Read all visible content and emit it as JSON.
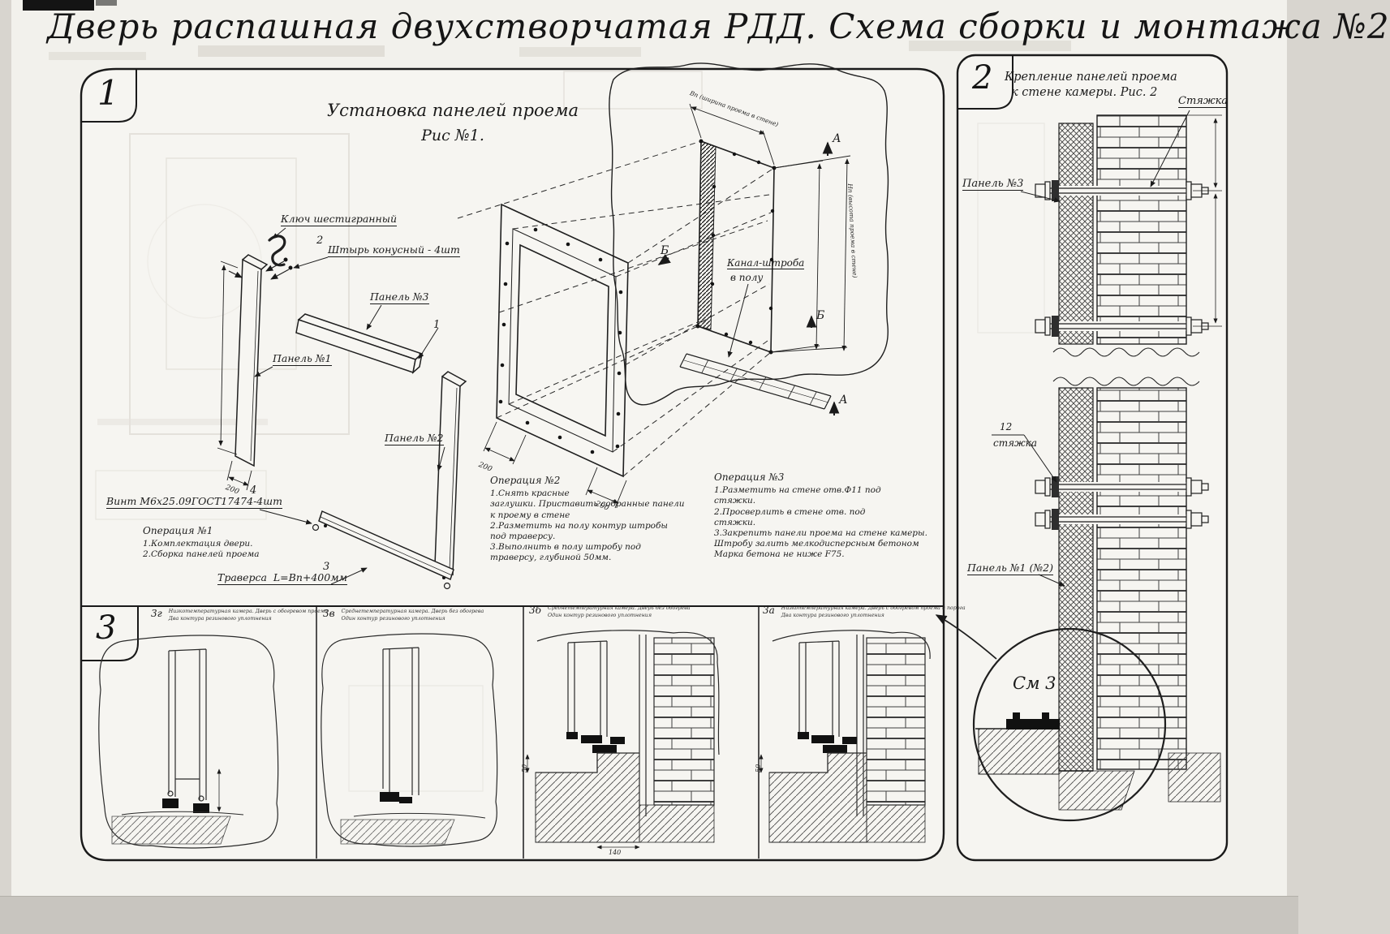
{
  "sheet": {
    "title": "Дверь распашная двухстворчатая РДД.  Схема сборки и монтажа №2"
  },
  "section1": {
    "number": "1",
    "heading": "Установка панелей проема",
    "figure": "Рис №1.",
    "labels": {
      "hex_key": "Ключ шестигранный",
      "pin": "Штырь конусный - 4шт",
      "panel3": "Панель №3",
      "panel1": "Панель №1",
      "panel2": "Панель №2",
      "screw": "Винт М6х25.09ГОСТ17474-4шт",
      "traverse": "Траверса  L=Bп+400мм",
      "channel1": "Канал-штроба",
      "channel2": "в полу"
    },
    "callouts": {
      "c1": "1",
      "c2": "2",
      "c3": "3",
      "c4": "4"
    },
    "marks": {
      "a": "А",
      "b": "Б"
    },
    "dims": {
      "d200": "200",
      "open_w": "Вп (ширина проема в стене)",
      "open_h": "Нп (высота проема в стене)"
    },
    "op1": {
      "title": "Операция №1",
      "lines": [
        "1.Комплектация двери.",
        "2.Сборка панелей проема"
      ]
    },
    "op2": {
      "title": "Операция №2",
      "lines": [
        "1.Снять красные",
        "заглушки. Приставить собранные панели",
        "к проему в стене",
        "2.Разметить на полу контур штробы",
        "под траверсу.",
        "3.Выполнить в полу штробу под",
        "траверсу, глубиной 50мм."
      ]
    },
    "op3": {
      "title": "Операция №3",
      "lines": [
        "1.Разметить на стене отв.Ф11 под",
        "стяжки.",
        "2.Просверлить в стене отв.  под",
        "стяжки.",
        "3.Закрепить панели проема на стене камеры.",
        "Штробу залить мелкодисперсным бетоном",
        "Марка бетона не ниже   F75."
      ]
    }
  },
  "section2": {
    "number": "2",
    "heading1": "Крепление панелей проема",
    "heading2": "к стене камеры. Рис. 2",
    "labels": {
      "tie": "Стяжка",
      "panel3": "Панель №3",
      "tie_count": "12",
      "tie_lower": "стяжка",
      "panel12": "Панель №1 (№2)",
      "see3": "См 3"
    }
  },
  "section3": {
    "number": "3",
    "views": [
      {
        "id": "3г",
        "line1": "Низкотемпературная камера. Дверь с обогревом проема",
        "line2": "Два контура резинового уплотнения"
      },
      {
        "id": "3в",
        "line1": "Среднетемпературная камера. Дверь без обогрева",
        "line2": "Один контур резинового уплотнения"
      },
      {
        "id": "3б",
        "line1": "Среднетемпературная камера. Дверь без обогрева",
        "line2": "Один контур резинового уплотнения"
      },
      {
        "id": "3а",
        "line1": "Низкотемпературная камера. Дверь с обогревом проема и порога",
        "line2": "Два контура резинового уплотнения"
      }
    ],
    "dims": {
      "d50": "50",
      "d140": "140"
    }
  }
}
